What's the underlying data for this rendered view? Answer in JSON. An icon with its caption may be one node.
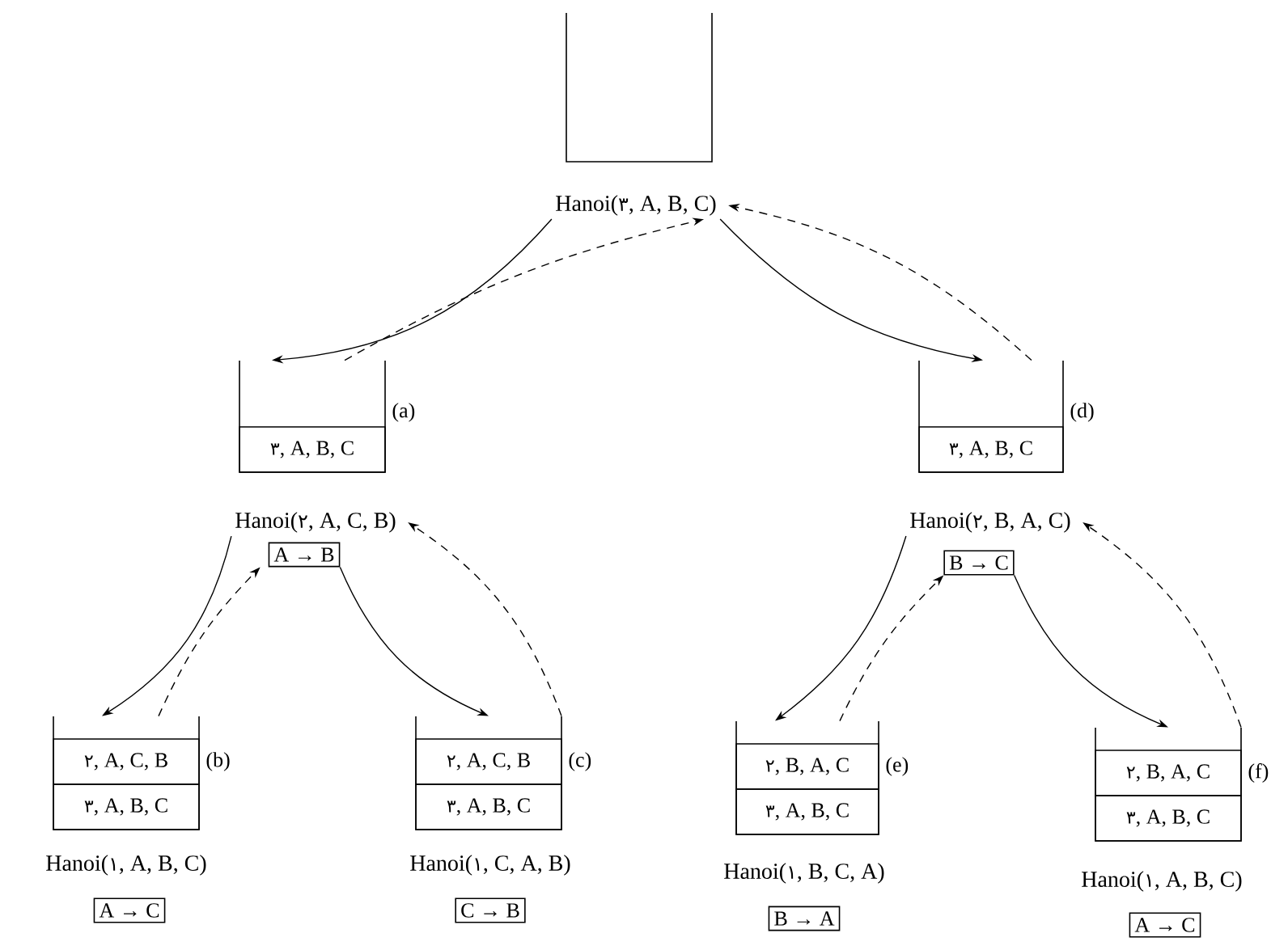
{
  "diagram": {
    "nodes": [
      {
        "text": [],
        "shape": "box"
      },
      {
        "text": [
          "Hanoi(۳, A, B, C)"
        ]
      },
      {
        "text": [],
        "shape": "box",
        "beside": [
          "(a)"
        ]
      },
      {
        "text": [
          "۳, A, B, C"
        ],
        "in": 2
      },
      {
        "text": [
          "Hanoi(۲, A, C, B)"
        ]
      },
      {
        "text": [],
        "shape": "box",
        "beside": [
          "(d)"
        ]
      },
      {
        "text": [
          "۳, A, B, C"
        ],
        "in": 5
      },
      {
        "text": [
          "Hanoi(۲, B, A, C)"
        ]
      },
      {
        "text": [
          "A → B"
        ]
      },
      {
        "text": [],
        "shape": "box",
        "beside": [
          "(b)"
        ]
      },
      {
        "text": [
          "۲, A, C, B"
        ],
        "in": 9
      },
      {
        "text": [
          "۳, A, B, C"
        ],
        "in": 9
      },
      {
        "text": [
          "Hanoi(۱, A, B, C)"
        ]
      },
      {
        "text": [
          "A → C"
        ]
      },
      {
        "text": [],
        "shape": "box",
        "beside": [
          "(c)"
        ]
      },
      {
        "text": [
          "۲, A, C, B"
        ],
        "in": 14
      },
      {
        "text": [
          "۳, A, B, C"
        ],
        "in": 14
      },
      {
        "text": [
          "Hanoi(۱, C, A, B)"
        ]
      },
      {
        "text": [
          "C → B"
        ]
      },
      {
        "text": [
          "B → C"
        ]
      },
      {
        "text": [],
        "shape": "box",
        "beside": [
          "(e)"
        ]
      },
      {
        "text": [
          "۲, B, A, C"
        ],
        "in": 20
      },
      {
        "text": [
          "۳, A, B, C"
        ],
        "in": 20
      },
      {
        "text": [
          "Hanoi(۱, B, C, A)"
        ]
      },
      {
        "text": [
          "B → A"
        ]
      },
      {
        "text": [],
        "shape": "box",
        "beside": [
          "(f)"
        ]
      },
      {
        "text": [
          "۲, B, A, C"
        ],
        "in": 25
      },
      {
        "text": [
          "۳, A, B, C"
        ],
        "in": 25
      },
      {
        "text": [
          "Hanoi(۱, A, B, C)"
        ]
      },
      {
        "text": [
          "A → C"
        ]
      }
    ],
    "edges": [
      {
        "from": 1,
        "to": 2,
        "arrow": "to"
      },
      {
        "from": 2,
        "to": 1,
        "arrow": "to",
        "style": "dashed"
      },
      {
        "from": 1,
        "to": 5,
        "arrow": "to"
      },
      {
        "from": 5,
        "to": 1,
        "arrow": "to",
        "style": "dashed"
      },
      {
        "from": 4,
        "to": 9,
        "arrow": "to"
      },
      {
        "from": 9,
        "to": 8,
        "arrow": "to",
        "style": "dashed"
      },
      {
        "from": 8,
        "to": 14,
        "arrow": "to"
      },
      {
        "from": 14,
        "to": 4,
        "arrow": "to",
        "style": "dashed"
      },
      {
        "from": 7,
        "to": 20,
        "arrow": "to"
      },
      {
        "from": 20,
        "to": 19,
        "arrow": "to",
        "style": "dashed"
      },
      {
        "from": 19,
        "to": 25,
        "arrow": "to"
      },
      {
        "from": 25,
        "to": 7,
        "arrow": "to",
        "style": "dashed"
      }
    ]
  }
}
